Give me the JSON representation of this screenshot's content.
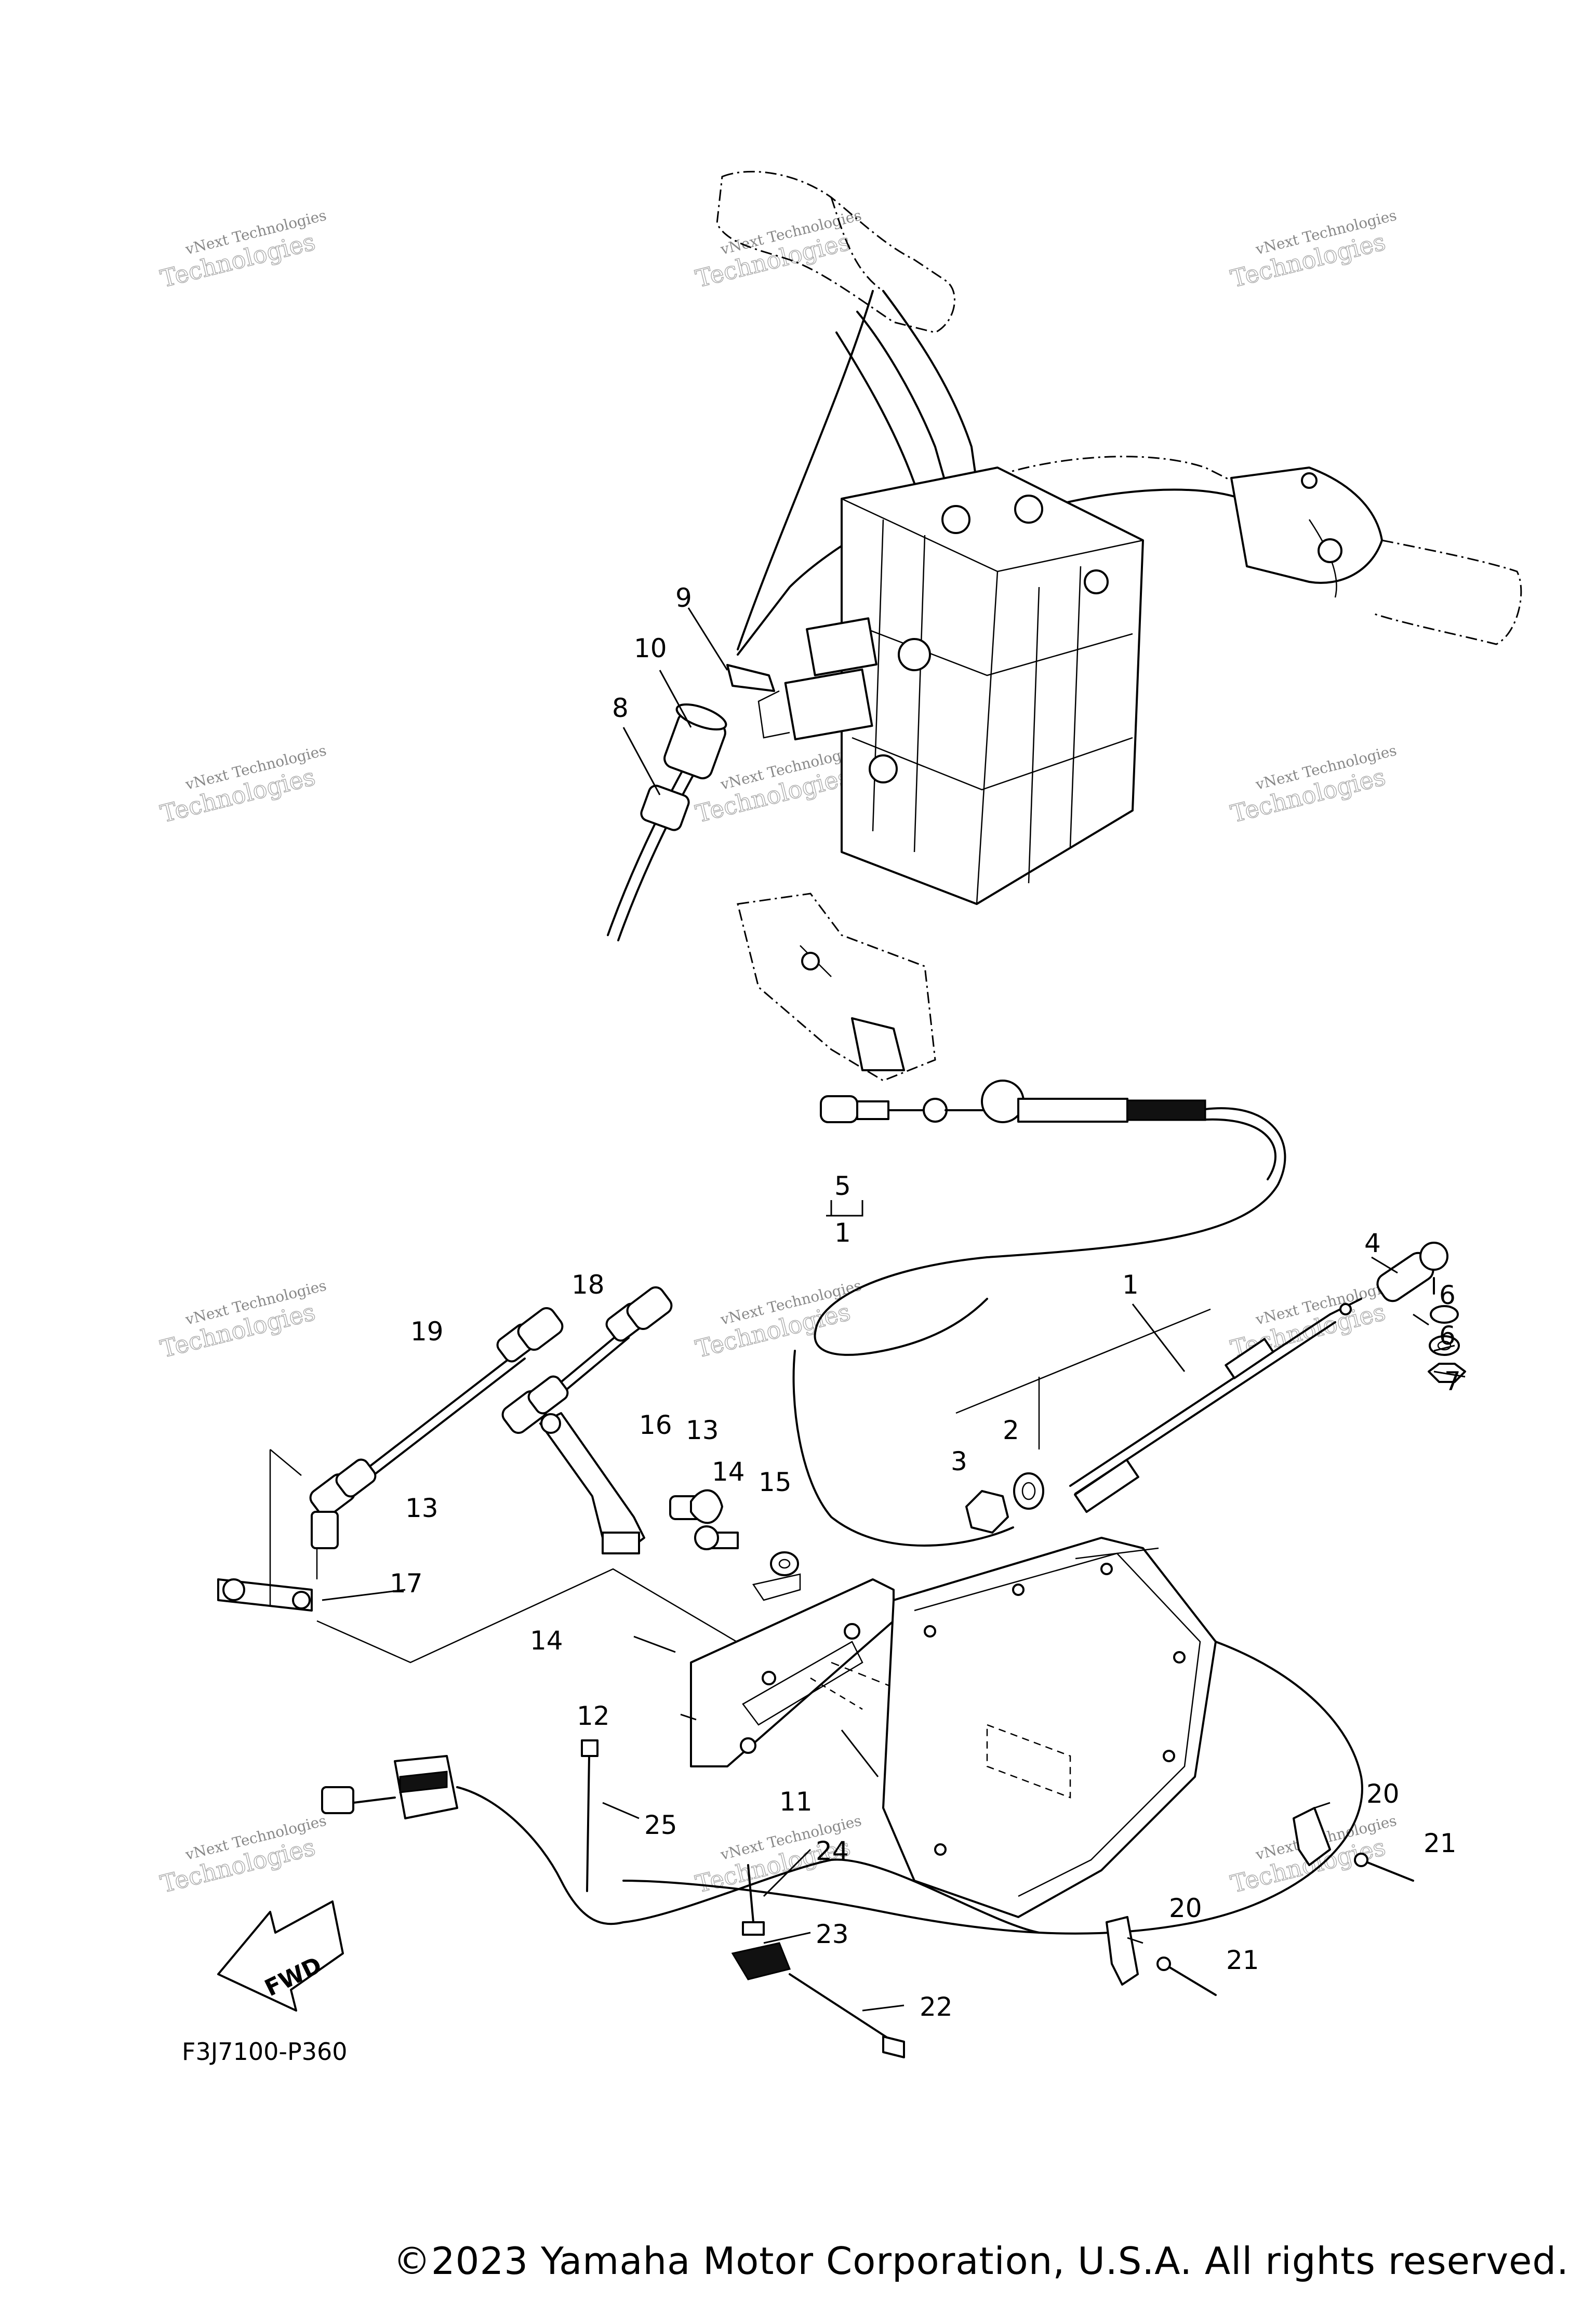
{
  "callouts": {
    "c1a": "1",
    "c1b": "1",
    "c2": "2",
    "c3": "3",
    "c4": "4",
    "c5": "5",
    "c6a": "6",
    "c6b": "6",
    "c7": "7",
    "c8": "8",
    "c9": "9",
    "c10": "10",
    "c11": "11",
    "c12": "12",
    "c13a": "13",
    "c13b": "13",
    "c14a": "14",
    "c14b": "14",
    "c15": "15",
    "c16": "16",
    "c17": "17",
    "c18": "18",
    "c19": "19",
    "c20a": "20",
    "c20b": "20",
    "c21a": "21",
    "c21b": "21",
    "c22": "22",
    "c23": "23",
    "c24": "24",
    "c25": "25"
  },
  "fwd_label": "FWD",
  "ref_code": "F3J7100-P360",
  "watermark": {
    "line1": "vNext Technologies",
    "line2": "Technologies"
  },
  "copyright": "©2023 Yamaha Motor Corporation, U.S.A. All rights reserved."
}
